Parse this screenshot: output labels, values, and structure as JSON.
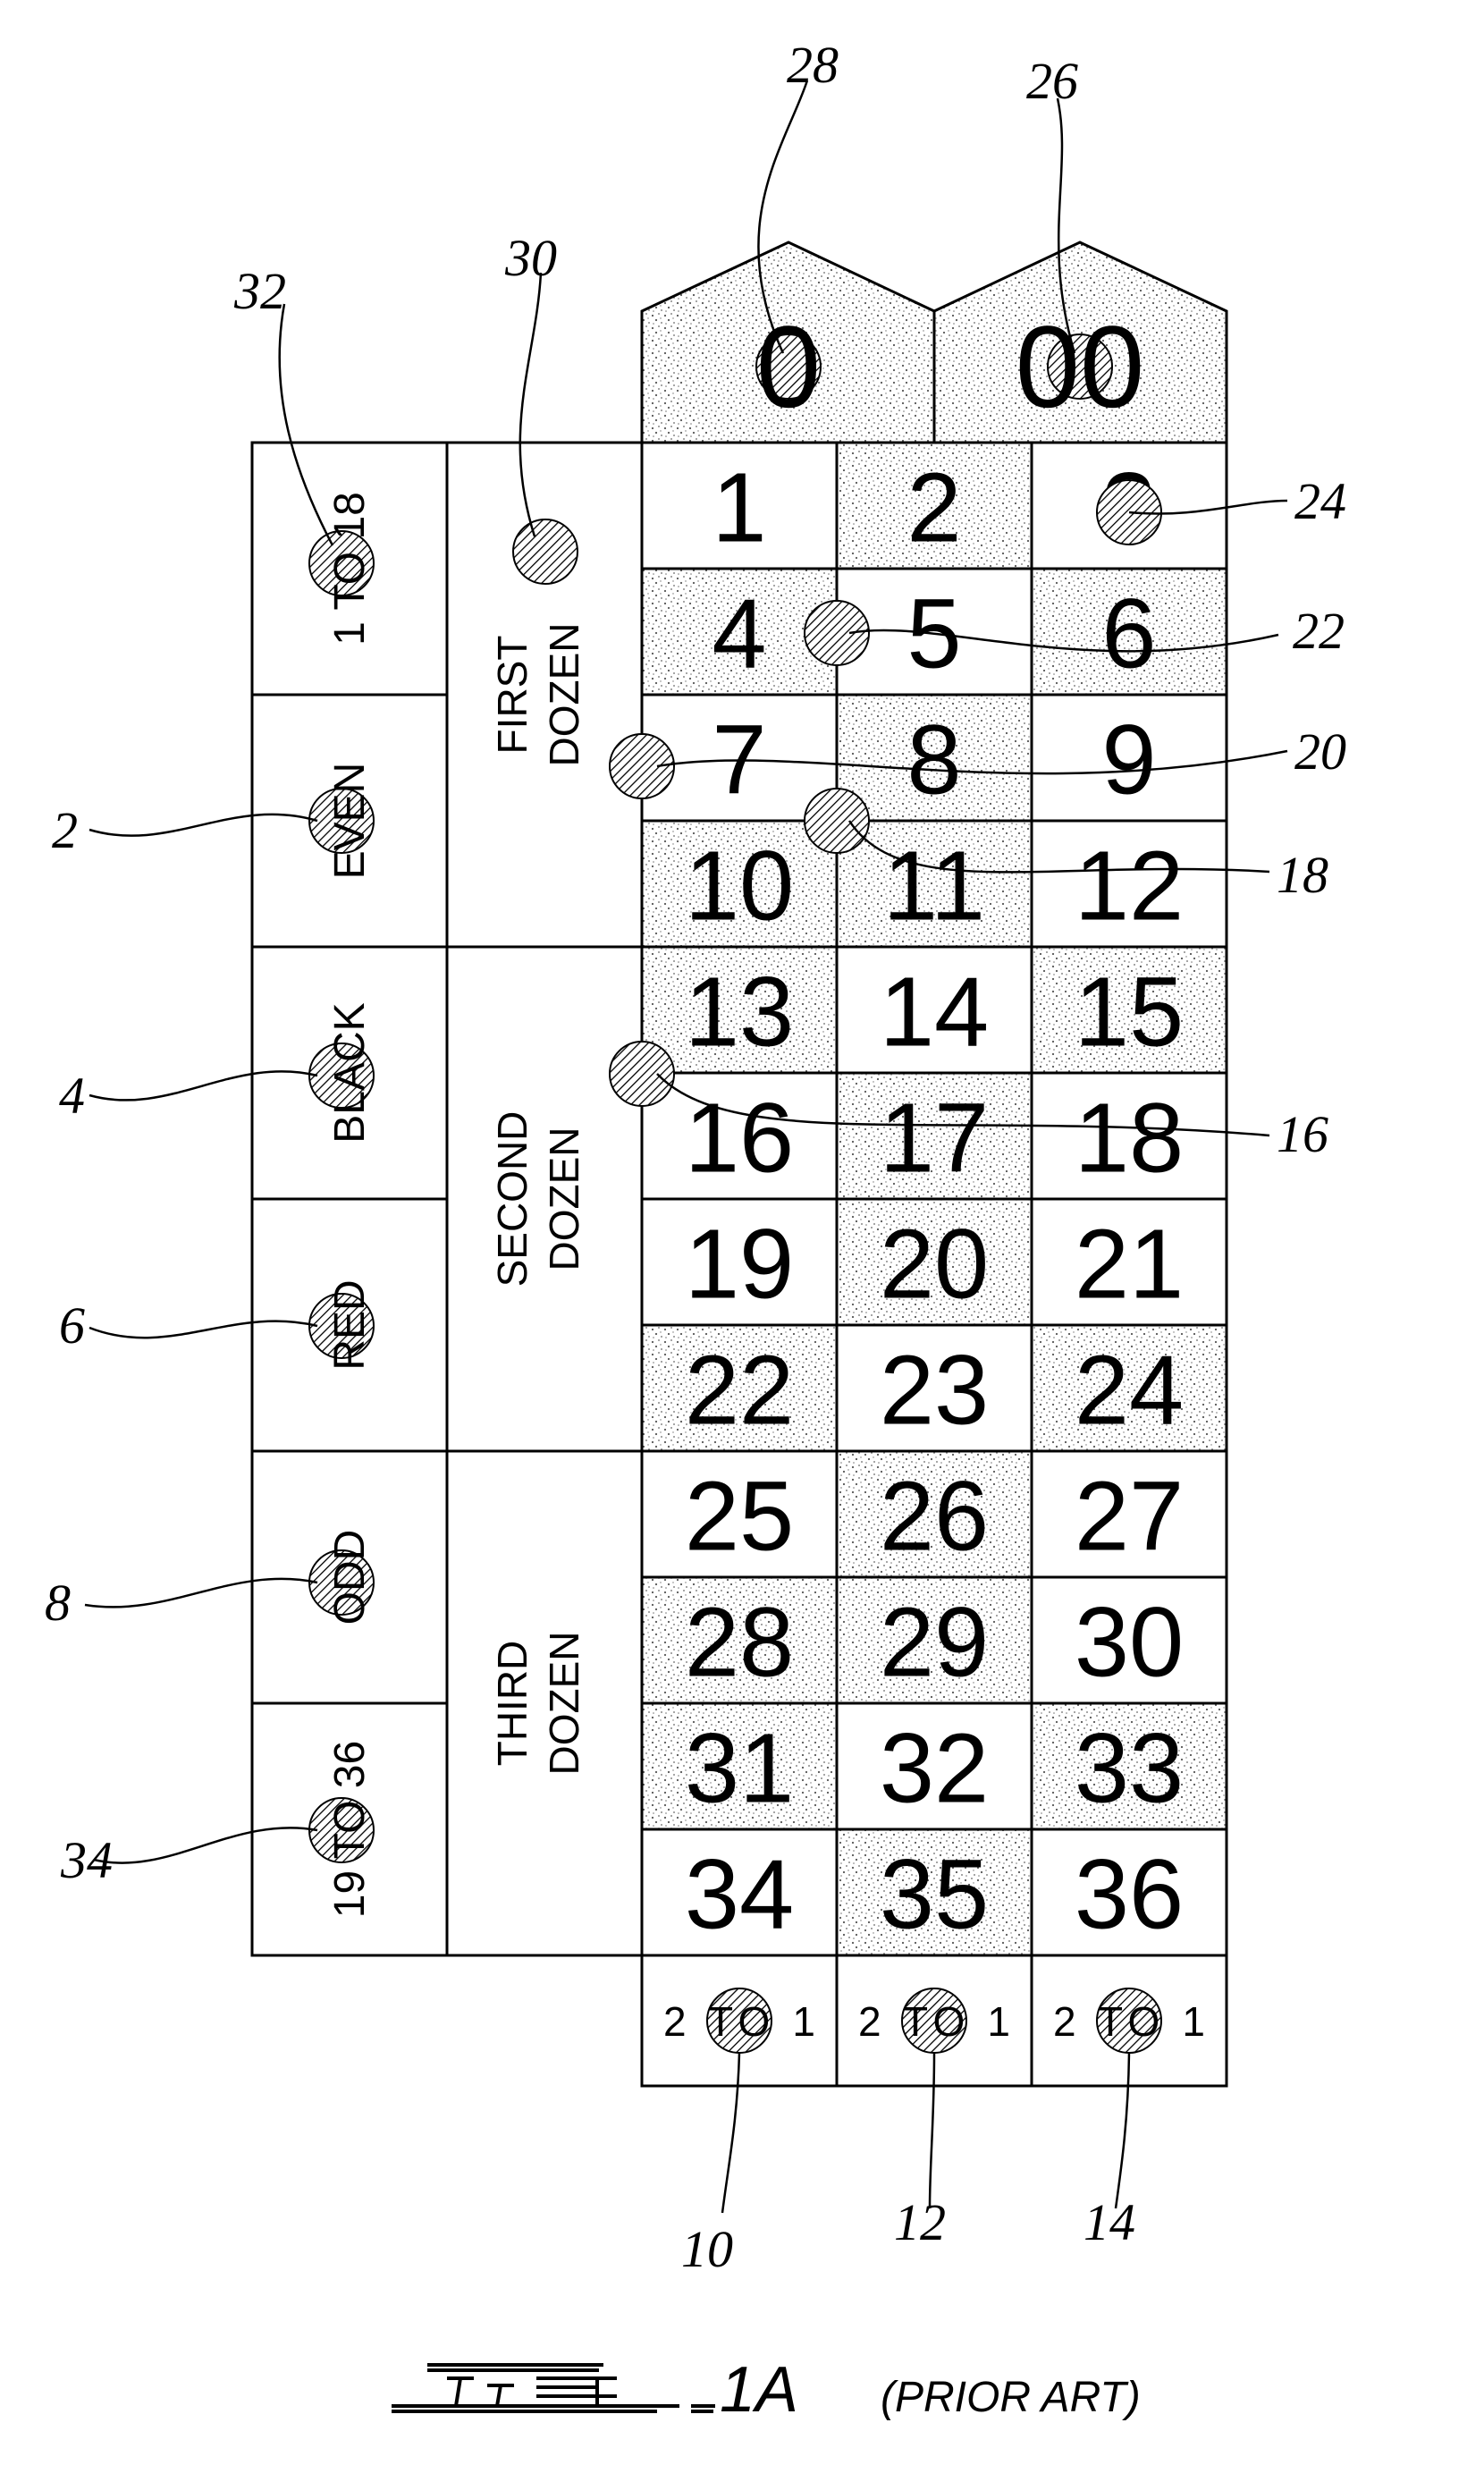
{
  "zeros": [
    "0",
    "00"
  ],
  "numbers": [
    [
      "1",
      "2",
      "3"
    ],
    [
      "4",
      "5",
      "6"
    ],
    [
      "7",
      "8",
      "9"
    ],
    [
      "10",
      "11",
      "12"
    ],
    [
      "13",
      "14",
      "15"
    ],
    [
      "16",
      "17",
      "18"
    ],
    [
      "19",
      "20",
      "21"
    ],
    [
      "22",
      "23",
      "24"
    ],
    [
      "25",
      "26",
      "27"
    ],
    [
      "28",
      "29",
      "30"
    ],
    [
      "31",
      "32",
      "33"
    ],
    [
      "34",
      "35",
      "36"
    ]
  ],
  "shaded": [
    [
      false,
      true,
      false
    ],
    [
      true,
      false,
      true
    ],
    [
      false,
      true,
      false
    ],
    [
      true,
      true,
      false
    ],
    [
      true,
      false,
      true
    ],
    [
      false,
      true,
      false
    ],
    [
      false,
      true,
      false
    ],
    [
      true,
      false,
      true
    ],
    [
      false,
      true,
      false
    ],
    [
      true,
      true,
      false
    ],
    [
      true,
      false,
      true
    ],
    [
      false,
      true,
      false
    ]
  ],
  "outside_bets": [
    "1 TO 18",
    "EVEN",
    "BLACK",
    "RED",
    "ODD",
    "19 TO 36"
  ],
  "dozens": [
    {
      "line1": "FIRST",
      "line2": "DOZEN"
    },
    {
      "line1": "SECOND",
      "line2": "DOZEN"
    },
    {
      "line1": "THIRD",
      "line2": "DOZEN"
    }
  ],
  "column_bets": [
    "2 TO 1",
    "2 TO 1",
    "2 TO 1"
  ],
  "reference_labels": [
    "28",
    "26",
    "30",
    "32",
    "24",
    "22",
    "20",
    "2",
    "18",
    "4",
    "16",
    "6",
    "8",
    "34",
    "10",
    "12",
    "14"
  ],
  "caption": {
    "figure": "1A",
    "note": "(PRIOR ART)"
  }
}
